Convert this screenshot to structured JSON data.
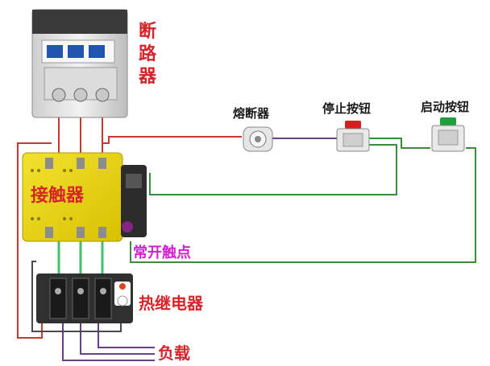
{
  "labels": {
    "breaker": [
      "断",
      "路",
      "器"
    ],
    "fuse": "熔断器",
    "stop_button": "停止按钮",
    "start_button": "启动按钮",
    "contactor": "接触器",
    "no_contact": "常开触点",
    "thermal_relay": "热继电器",
    "load": "负载"
  },
  "colors": {
    "wire_red": "#c8382e",
    "wire_green": "#3d8b3d",
    "wire_purple": "#6b3f8c",
    "label_red": "#d6242a",
    "label_magenta": "#d21ed2",
    "contactor_yellow": "#e8d000",
    "breaker_body": "#e4e4e4",
    "relay_body": "#303030"
  },
  "icons": {
    "breaker": "circuit-breaker-icon",
    "fuse": "fuse-icon",
    "stop": "stop-button-icon",
    "start": "start-button-icon",
    "contactor": "contactor-icon",
    "relay": "thermal-relay-icon"
  }
}
